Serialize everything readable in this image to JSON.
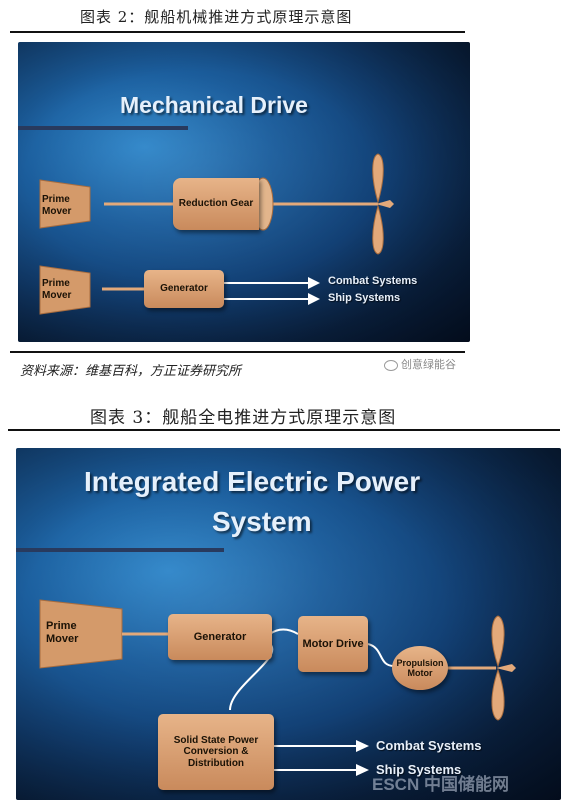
{
  "fig2": {
    "caption": "图表 2：舰船机械推进方式原理示意图",
    "title": "Mechanical Drive",
    "prime_mover_1": "Prime Mover",
    "reduction_gear": "Reduction Gear",
    "prime_mover_2": "Prime Mover",
    "generator": "Generator",
    "combat_systems": "Combat Systems",
    "ship_systems": "Ship Systems"
  },
  "source": {
    "text": "资料来源：维基百科，方正证券研究所",
    "watermark": "创意绿能谷"
  },
  "fig3": {
    "caption": "图表 3：舰船全电推进方式原理示意图",
    "title_line1": "Integrated Electric Power",
    "title_line2": "System",
    "prime_mover": "Prime Mover",
    "generator": "Generator",
    "motor_drive": "Motor Drive",
    "propulsion_motor": "Propulsion Motor",
    "solid_state": "Solid State Power Conversion & Distribution",
    "combat_systems": "Combat Systems",
    "ship_systems": "Ship Systems"
  },
  "bottom_watermark": "ESCN 中国储能网"
}
